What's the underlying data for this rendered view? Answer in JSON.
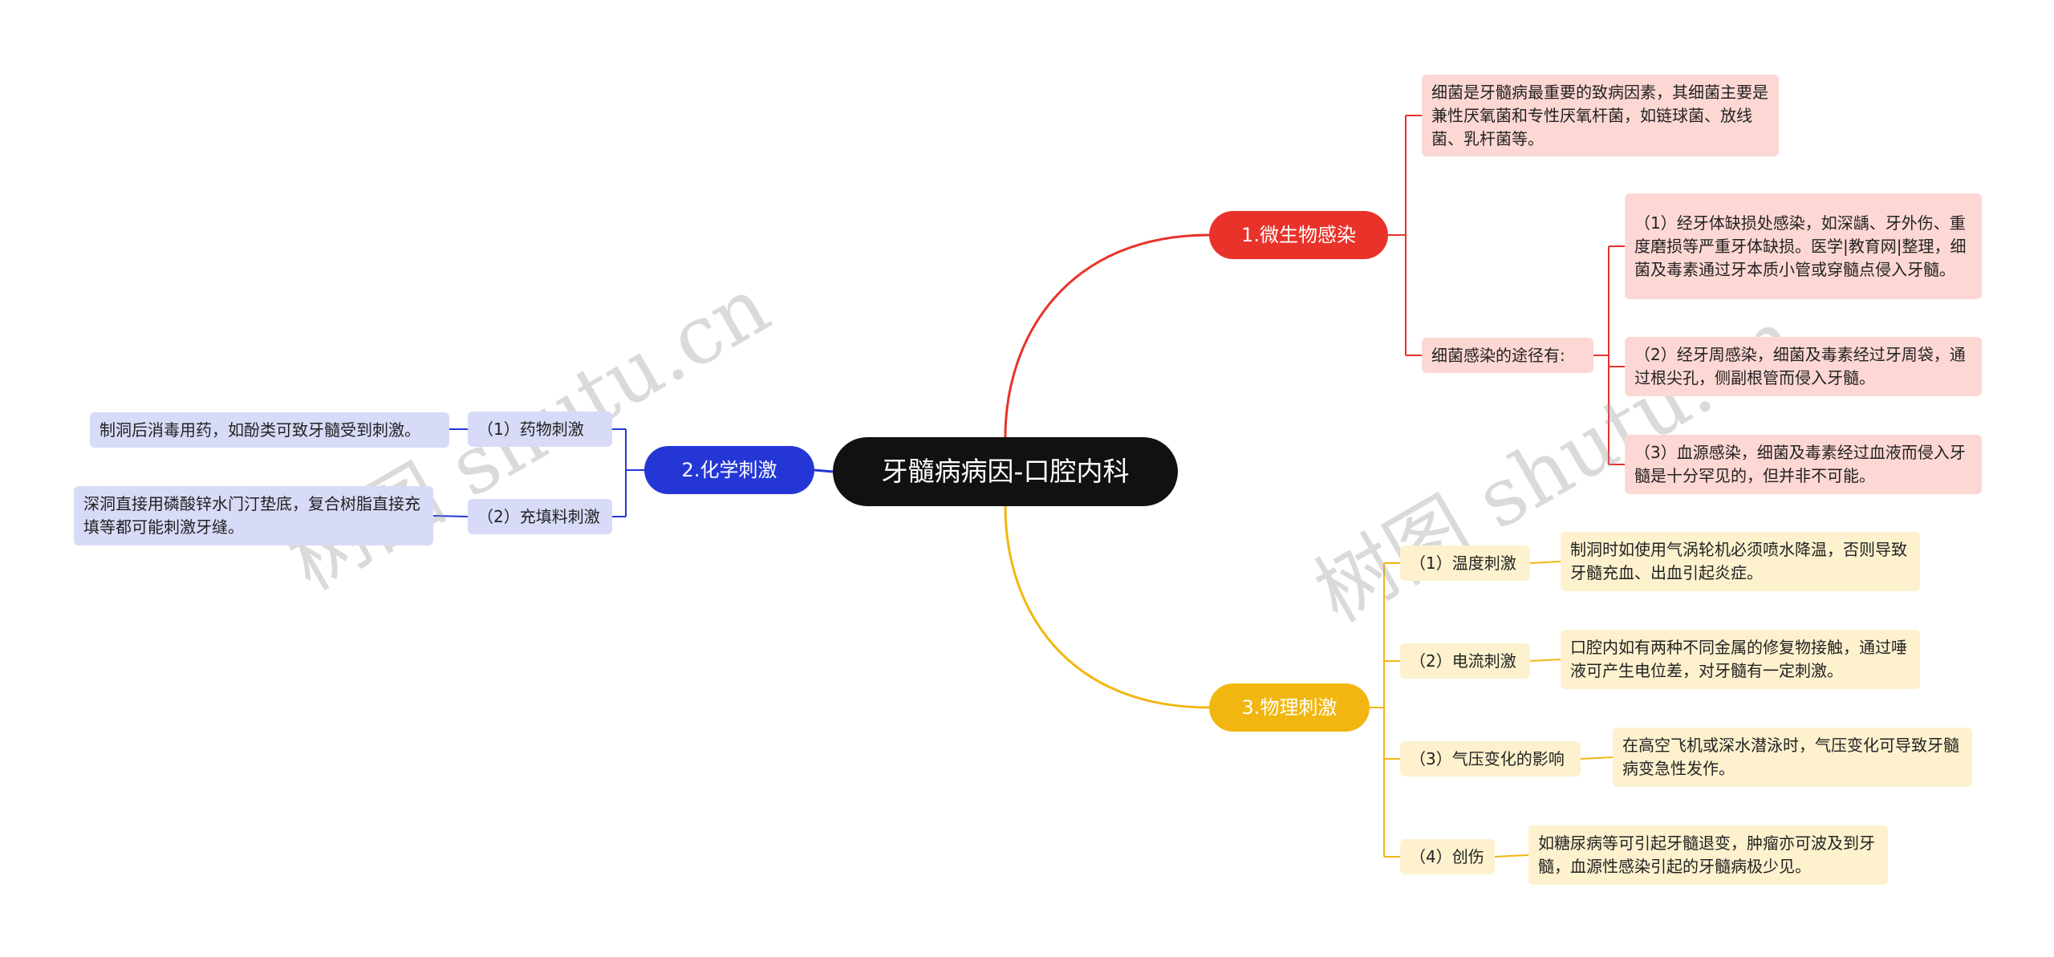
{
  "root": "牙髓病病因-口腔内科",
  "branches": {
    "microbial": {
      "label": "1.微生物感染",
      "color": "#e8322a",
      "desc": "细菌是牙髓病最重要的致病因素，其细菌主要是兼性厌氧菌和专性厌氧杆菌，如链球菌、放线菌、乳杆菌等。",
      "route_label": "细菌感染的途径有:",
      "routes": [
        "（1）经牙体缺损处感染，如深龋、牙外伤、重度磨损等严重牙体缺损。医学|教育网|整理，细菌及毒素通过牙本质小管或穿髓点侵入牙髓。",
        "（2）经牙周感染，细菌及毒素经过牙周袋，通过根尖孔，侧副根管而侵入牙髓。",
        "（3）血源感染，细菌及毒素经过血液而侵入牙髓是十分罕见的，但并非不可能。"
      ]
    },
    "chemical": {
      "label": "2.化学刺激",
      "color": "#2437d6",
      "items": [
        {
          "label": "（1）药物刺激",
          "detail": "制洞后消毒用药，如酚类可致牙髓受到刺激。"
        },
        {
          "label": "（2）充填料刺激",
          "detail": "深洞直接用磷酸锌水门汀垫底，复合树脂直接充填等都可能刺激牙缝。"
        }
      ]
    },
    "physical": {
      "label": "3.物理刺激",
      "color": "#f1b60f",
      "items": [
        {
          "label": "（1）温度刺激",
          "detail": "制洞时如使用气涡轮机必须喷水降温，否则导致牙髓充血、出血引起炎症。"
        },
        {
          "label": "（2）电流刺激",
          "detail": "口腔内如有两种不同金属的修复物接触，通过唾液可产生电位差，对牙髓有一定刺激。"
        },
        {
          "label": "（3）气压变化的影响",
          "detail": "在高空飞机或深水潜泳时，气压变化可导致牙髓病变急性发作。"
        },
        {
          "label": "（4）创伤",
          "detail": "如糖尿病等可引起牙髓退变，肿瘤亦可波及到牙髓，血源性感染引起的牙髓病极少见。"
        }
      ]
    }
  },
  "watermark": "树图 shutu.cn"
}
